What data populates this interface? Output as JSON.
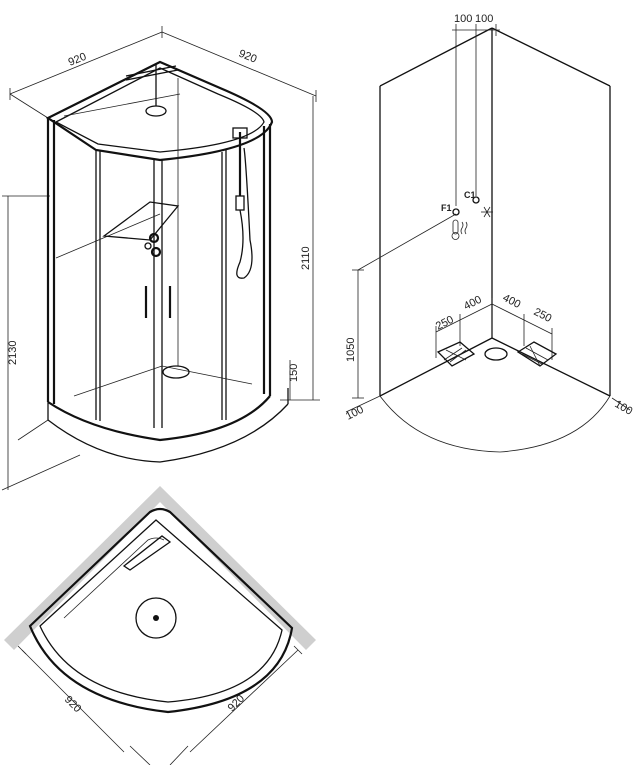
{
  "cabin": {
    "width_left": "920",
    "width_right": "920",
    "height_total": "2110",
    "height_inner": "2130",
    "tray_height": "150"
  },
  "wall": {
    "offset_left": "100",
    "offset_right": "100",
    "cold_label": "C1",
    "hot_label": "F1",
    "outlet_height": "1050",
    "left_outer": "250",
    "left_inner": "400",
    "right_inner": "400",
    "right_outer": "250",
    "floor_left": "100",
    "floor_right": "100"
  },
  "plan": {
    "width_left": "920",
    "width_right": "920"
  },
  "colors": {
    "line": "#111111",
    "frame_gray": "#cfcfcf",
    "hatch": "#444444"
  }
}
